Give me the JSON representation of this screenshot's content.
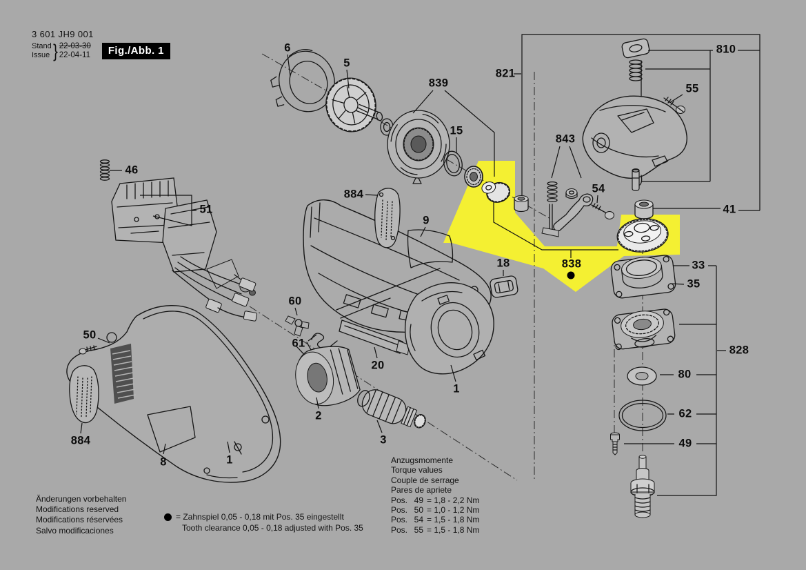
{
  "header": {
    "part_number": "3 601 JH9 001",
    "stand_label": "Stand",
    "issue_label": "Issue",
    "brace": "}",
    "stand_date": "22-03-30",
    "issue_date": "22-04-11",
    "figure_label": "Fig./Abb. 1"
  },
  "footer": {
    "modifications": [
      "Änderungen vorbehalten",
      "Modifications reserved",
      "Modifications réservées",
      "Salvo modificaciones"
    ],
    "tooth_note": {
      "line1": "= Zahnspiel 0,05 - 0,18 mit Pos. 35 eingestellt",
      "line2": "Tooth clearance 0,05 - 0,18 adjusted with Pos. 35"
    },
    "torque": {
      "heading": [
        "Anzugsmomente",
        "Torque values",
        "Couple de serrage",
        "Pares de apriete"
      ],
      "rows": [
        {
          "pos": "Pos.",
          "num": "49",
          "val": "= 1,8 - 2,2 Nm"
        },
        {
          "pos": "Pos.",
          "num": "50",
          "val": "= 1,0 - 1,2 Nm"
        },
        {
          "pos": "Pos.",
          "num": "54",
          "val": "= 1,5 - 1,8 Nm"
        },
        {
          "pos": "Pos.",
          "num": "55",
          "val": "= 1,5 - 1,8 Nm"
        }
      ]
    }
  },
  "diagram": {
    "figure_number": "1",
    "colors": {
      "background": "#a9a9a9",
      "highlight": "#f4f032",
      "line": "#161616"
    },
    "labels": [
      {
        "text": "6"
      },
      {
        "text": "5"
      },
      {
        "text": "839"
      },
      {
        "text": "15"
      },
      {
        "text": "821"
      },
      {
        "text": "810"
      },
      {
        "text": "55"
      },
      {
        "text": "843"
      },
      {
        "text": "54"
      },
      {
        "text": "41"
      },
      {
        "text": "46"
      },
      {
        "text": "51"
      },
      {
        "text": "884"
      },
      {
        "text": "9"
      },
      {
        "text": "18"
      },
      {
        "text": "838"
      },
      {
        "text": "33"
      },
      {
        "text": "35"
      },
      {
        "text": "828"
      },
      {
        "text": "60"
      },
      {
        "text": "61"
      },
      {
        "text": "20"
      },
      {
        "text": "80"
      },
      {
        "text": "62"
      },
      {
        "text": "49"
      },
      {
        "text": "50"
      },
      {
        "text": "2"
      },
      {
        "text": "3"
      },
      {
        "text": "1"
      },
      {
        "text": "884"
      },
      {
        "text": "8"
      },
      {
        "text": "1"
      }
    ]
  }
}
